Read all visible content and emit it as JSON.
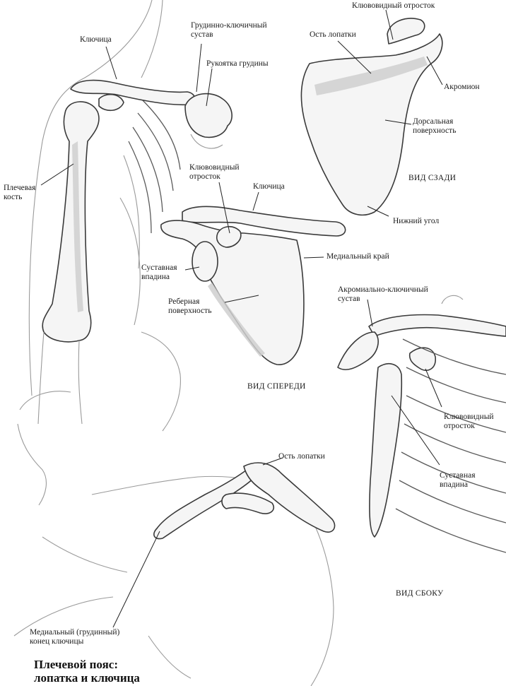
{
  "labels": {
    "clavicle_top": "Ключица",
    "sternoclavicular_1": "Грудинно-ключичный",
    "sternoclavicular_2": "сустав",
    "manubrium": "Рукоятка грудины",
    "humerus_1": "Плечевая",
    "humerus_2": "кость",
    "coracoid_back": "Клювовидный отросток",
    "spine_back": "Ость лопатки",
    "acromion": "Акромион",
    "dorsal_1": "Дорсальная",
    "dorsal_2": "поверхность",
    "inferior_angle": "Нижний угол",
    "coracoid_front_1": "Клювовидный",
    "coracoid_front_2": "отросток",
    "clavicle_front": "Ключица",
    "medial_border": "Медиальный край",
    "glenoid_front_1": "Суставная",
    "glenoid_front_2": "впадина",
    "costal_1": "Реберная",
    "costal_2": "поверхность",
    "ac_joint_1": "Акромиально-ключичный",
    "ac_joint_2": "сустав",
    "coracoid_side_1": "Клювовидный",
    "coracoid_side_2": "отросток",
    "glenoid_side_1": "Суставная",
    "glenoid_side_2": "впадина",
    "spine_bottom": "Ость лопатки",
    "medial_end_1": "Медиальный (грудинный)",
    "medial_end_2": "конец ключицы"
  },
  "views": {
    "back": "ВИД СЗАДИ",
    "front": "ВИД СПЕРЕДИ",
    "side": "ВИД СБОКУ"
  },
  "title": {
    "line1": "Плечевой пояс:",
    "line2": "лопатка и ключица"
  }
}
